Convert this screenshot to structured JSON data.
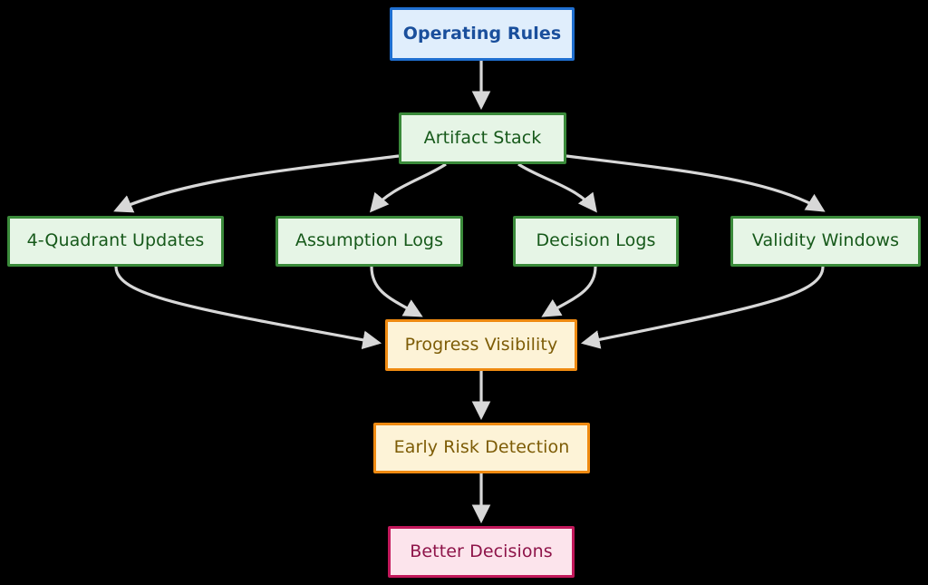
{
  "diagram": {
    "type": "flowchart",
    "direction": "top-to-bottom",
    "background_color": "#000000",
    "edge_color": "#d8d8d8",
    "title": "Operating Rules flowchart"
  },
  "palette": {
    "blue_fill": "#e0eefc",
    "blue_border": "#1f6fd0",
    "blue_text": "#1a4f9c",
    "green_fill": "#e6f5e6",
    "green_border": "#3a8a3a",
    "green_text": "#16591a",
    "orange_fill": "#fdf3d7",
    "orange_border": "#ef8a11",
    "orange_text": "#7d5c06",
    "pink_fill": "#fce4ec",
    "pink_border": "#c2185b",
    "pink_text": "#8e1449"
  },
  "nodes": [
    {
      "id": "operating-rules",
      "label": "Operating Rules",
      "style": "blue"
    },
    {
      "id": "artifact-stack",
      "label": "Artifact Stack",
      "style": "green"
    },
    {
      "id": "quadrant-updates",
      "label": "4-Quadrant Updates",
      "style": "green"
    },
    {
      "id": "assumption-logs",
      "label": "Assumption Logs",
      "style": "green"
    },
    {
      "id": "decision-logs",
      "label": "Decision Logs",
      "style": "green"
    },
    {
      "id": "validity-windows",
      "label": "Validity Windows",
      "style": "green"
    },
    {
      "id": "progress-visibility",
      "label": "Progress Visibility",
      "style": "orange"
    },
    {
      "id": "early-risk-detection",
      "label": "Early Risk Detection",
      "style": "orange"
    },
    {
      "id": "better-decisions",
      "label": "Better Decisions",
      "style": "pink"
    }
  ],
  "edges": [
    {
      "from": "operating-rules",
      "to": "artifact-stack",
      "shape": "straight"
    },
    {
      "from": "artifact-stack",
      "to": "quadrant-updates",
      "shape": "curved"
    },
    {
      "from": "artifact-stack",
      "to": "assumption-logs",
      "shape": "curved"
    },
    {
      "from": "artifact-stack",
      "to": "decision-logs",
      "shape": "curved"
    },
    {
      "from": "artifact-stack",
      "to": "validity-windows",
      "shape": "curved"
    },
    {
      "from": "quadrant-updates",
      "to": "progress-visibility",
      "shape": "curved"
    },
    {
      "from": "assumption-logs",
      "to": "progress-visibility",
      "shape": "curved"
    },
    {
      "from": "decision-logs",
      "to": "progress-visibility",
      "shape": "curved"
    },
    {
      "from": "validity-windows",
      "to": "progress-visibility",
      "shape": "curved"
    },
    {
      "from": "progress-visibility",
      "to": "early-risk-detection",
      "shape": "straight"
    },
    {
      "from": "early-risk-detection",
      "to": "better-decisions",
      "shape": "straight"
    }
  ]
}
